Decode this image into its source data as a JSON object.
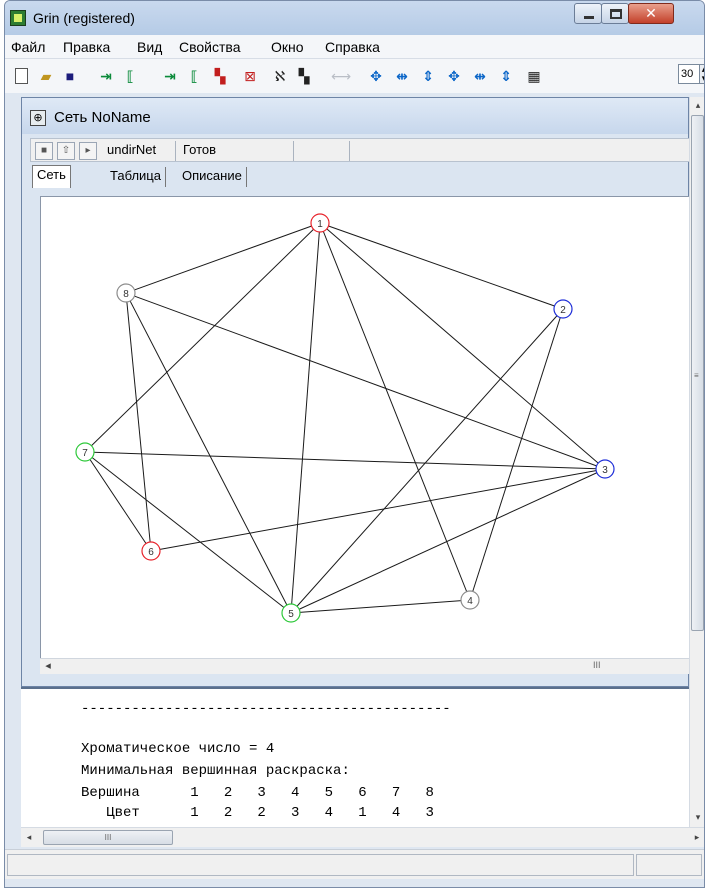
{
  "window": {
    "title": "Grin (registered)"
  },
  "menu": [
    "Файл",
    "Правка",
    "Вид",
    "Свойства",
    "Окно",
    "Справка"
  ],
  "toolbar": {
    "spin_value": "30"
  },
  "child": {
    "title": "Сеть NoName",
    "net_type": "undirNet",
    "status": "Готов",
    "tabs": [
      "Сеть",
      "Таблица",
      "Описание"
    ]
  },
  "graph": {
    "colors": {
      "red": "#e8242c",
      "blue": "#1f2fd8",
      "green": "#2ec83a",
      "gray": "#8c8c8c"
    },
    "nodes": [
      {
        "id": "1",
        "color": "red"
      },
      {
        "id": "2",
        "color": "blue"
      },
      {
        "id": "3",
        "color": "blue"
      },
      {
        "id": "4",
        "color": "gray"
      },
      {
        "id": "5",
        "color": "green"
      },
      {
        "id": "6",
        "color": "red"
      },
      {
        "id": "7",
        "color": "green"
      },
      {
        "id": "8",
        "color": "gray"
      }
    ],
    "edges": [
      [
        "1",
        "2"
      ],
      [
        "1",
        "3"
      ],
      [
        "1",
        "4"
      ],
      [
        "1",
        "5"
      ],
      [
        "1",
        "7"
      ],
      [
        "1",
        "8"
      ],
      [
        "2",
        "4"
      ],
      [
        "2",
        "5"
      ],
      [
        "3",
        "5"
      ],
      [
        "3",
        "6"
      ],
      [
        "3",
        "7"
      ],
      [
        "3",
        "8"
      ],
      [
        "4",
        "5"
      ],
      [
        "5",
        "7"
      ],
      [
        "5",
        "8"
      ],
      [
        "6",
        "7"
      ],
      [
        "6",
        "8"
      ]
    ]
  },
  "output": {
    "separator": "--------------------------------------------",
    "chromatic_line": "Хроматическое число = 4",
    "coloring_title": "Минимальная вершинная раскраска:",
    "vertex_row": "Вершина      1   2   3   4   5   6   7   8",
    "color_row": "   Цвет      1   2   2   3   4   1   4   3"
  }
}
